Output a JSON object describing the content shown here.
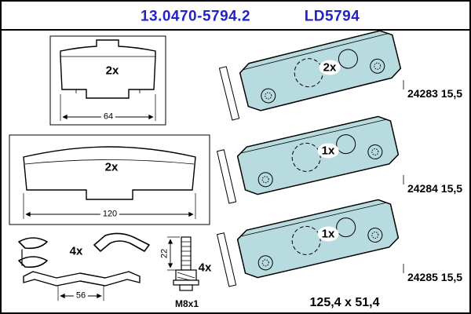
{
  "header": {
    "part_number": "13.0470-5794.2",
    "code": "LD5794"
  },
  "left": {
    "backplate": {
      "qty": "2x",
      "dim": "64"
    },
    "pad": {
      "qty": "2x",
      "dim": "120"
    },
    "clips": {
      "qty": "4x",
      "dim": "56"
    },
    "bolt": {
      "qty": "4x",
      "dim": "22",
      "thread": "M8x1"
    }
  },
  "right": {
    "pads": [
      {
        "qty": "2x",
        "part": "24283 15,5"
      },
      {
        "qty": "1x",
        "part": "24284 15,5"
      },
      {
        "qty": "1x",
        "part": "24285 15,5"
      }
    ],
    "size_label": "125,4 x 51,4"
  },
  "colors": {
    "accent_blue": "#2323c8",
    "pad_teal": "#b7dbde"
  }
}
